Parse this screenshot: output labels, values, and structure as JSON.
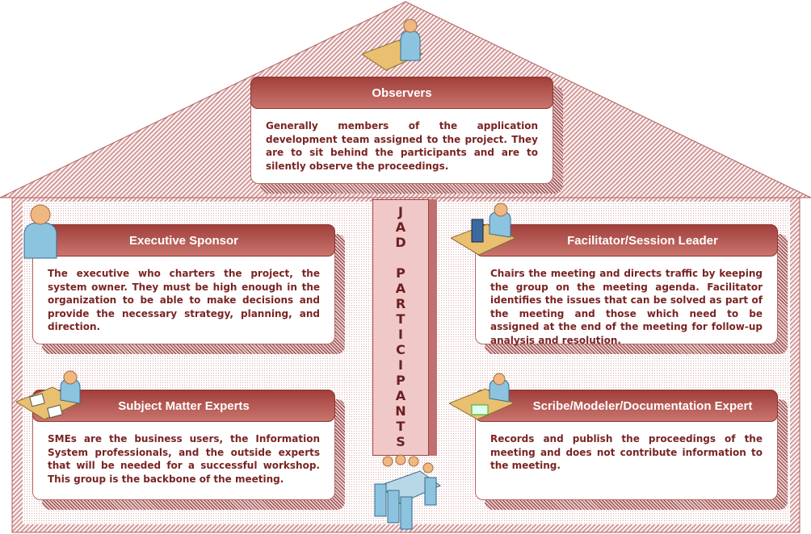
{
  "diagram": {
    "pillar_title": [
      "J",
      "A",
      "D",
      "",
      "P",
      "A",
      "R",
      "T",
      "I",
      "C",
      "I",
      "P",
      "A",
      "N",
      "T",
      "S"
    ],
    "colors": {
      "header": "#a13f3b",
      "text": "#7a2424",
      "hatch": "#c98a8a"
    },
    "cards": {
      "observers": {
        "title": "Observers",
        "text": "Generally members of the application development team assigned to the project. They are to sit behind the participants and are to silently observe the proceedings.",
        "icon": "person-at-desk-icon"
      },
      "executive": {
        "title": "Executive Sponsor",
        "text": "The executive who charters the project, the system owner. They must be high enough in the organization to be able to make decisions and provide the necessary strategy, planning, and direction.",
        "icon": "person-icon"
      },
      "facilitator": {
        "title": "Facilitator/Session Leader",
        "text": "Chairs the meeting and directs traffic by keeping the group on the meeting agenda. Facilitator identifies the issues that can be solved as part of the meeting and those which need to be assigned at the end of the meeting for follow-up analysis and resolution.",
        "icon": "person-at-computer-icon"
      },
      "sme": {
        "title": "Subject Matter Experts",
        "text": "SMEs are the business users, the Information System professionals, and the outside experts that will be needed for a successful workshop. This group is the backbone of the meeting.",
        "icon": "person-with-documents-icon"
      },
      "scribe": {
        "title": "Scribe/Modeler/Documentation Expert",
        "text": "Records and publish the proceedings of the meeting and does not contribute information to the meeting.",
        "icon": "person-writing-icon"
      }
    },
    "group_icon": "meeting-table-icon"
  }
}
